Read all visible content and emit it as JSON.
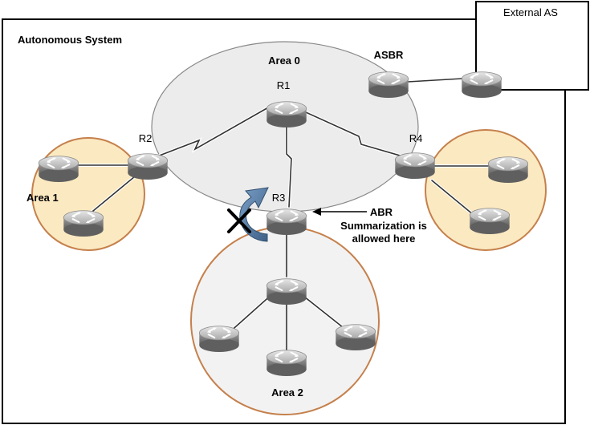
{
  "title": "Autonomous System",
  "external_as_label": "External AS",
  "areas": {
    "area0": "Area 0",
    "area1": "Area 1",
    "area2": "Area 2"
  },
  "routers": {
    "r1": "R1",
    "r2": "R2",
    "r3": "R3",
    "r4": "R4",
    "asbr": "ASBR"
  },
  "abr_note": {
    "line1": "ABR",
    "line2": "Summarization is",
    "line3": "allowed here"
  },
  "colors": {
    "area0_fill": "#ececec",
    "stub_area_fill": "#fbe9c1",
    "area2_fill": "#f2f2f2",
    "area_border": "#c5804c",
    "router_body": "#8e8e8e",
    "arrow_blue": "#5b7fa6"
  },
  "icons": [
    "router-icon",
    "block-x-icon",
    "curved-arrow-icon",
    "arrow-left-icon"
  ]
}
